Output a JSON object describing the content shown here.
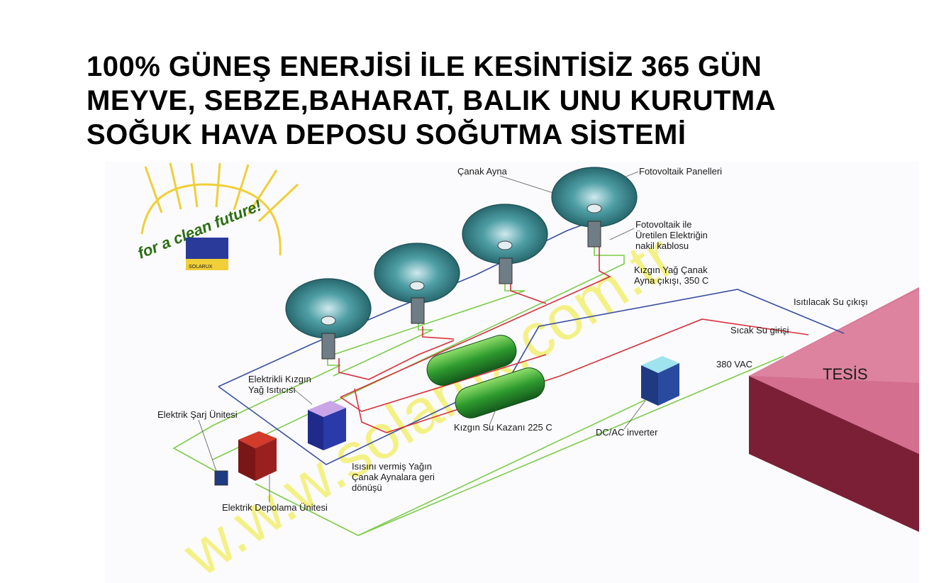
{
  "title": {
    "line1": "100% GÜNEŞ ENERJİSİ İLE KESİNTİSİZ 365 GÜN",
    "line2": "MEYVE, SEBZE,BAHARAT, BALIK UNU KURUTMA",
    "line3": "SOĞUK HAVA DEPOSU SOĞUTMA SİSTEMİ"
  },
  "logo": {
    "slogan": "for a clean future!",
    "brand": "SOLARUX"
  },
  "watermark": "w.w.w.solarux.com.tr",
  "labels": {
    "dish_mirror": "Çanak Ayna",
    "pv_panels": "Fotovoltaik  Panelleri",
    "pv_cable_1": "Fotovoltaik ile",
    "pv_cable_2": "Üretilen Elektriğin",
    "pv_cable_3": "nakil kablosu",
    "hot_oil_1": "Kızgın Yağ Çanak",
    "hot_oil_2": "Ayna çıkışı, 350 C",
    "heated_water_out": "Isıtılacak  Su çıkışı",
    "hot_water_in": "Sıcak Su girişi",
    "vac": "380 VAC",
    "facility": "TESİS",
    "electric_heater_1": "Elektrikli Kızgın",
    "electric_heater_2": "Yağ Isıtıcısı",
    "charge_unit": "Elektrik Şarj Ünitesi",
    "boiler": "Kızgın Su Kazanı 225 C",
    "inverter": "DC/AC inverter",
    "oil_return_1": "Isısını vermiş Yağın",
    "oil_return_2": "Çanak Aynalara geri",
    "oil_return_3": "dönüşü",
    "storage_unit": "Elektrik Depolama Ünitesi"
  },
  "colors": {
    "pipe_hot": "#d8303a",
    "pipe_return": "#3a4fa0",
    "cable": "#7ccc4a",
    "dish": "#3b8e8e",
    "facility_top": "#d86a8a",
    "facility_side": "#8a2a40",
    "watermark": "#f3f07a"
  }
}
